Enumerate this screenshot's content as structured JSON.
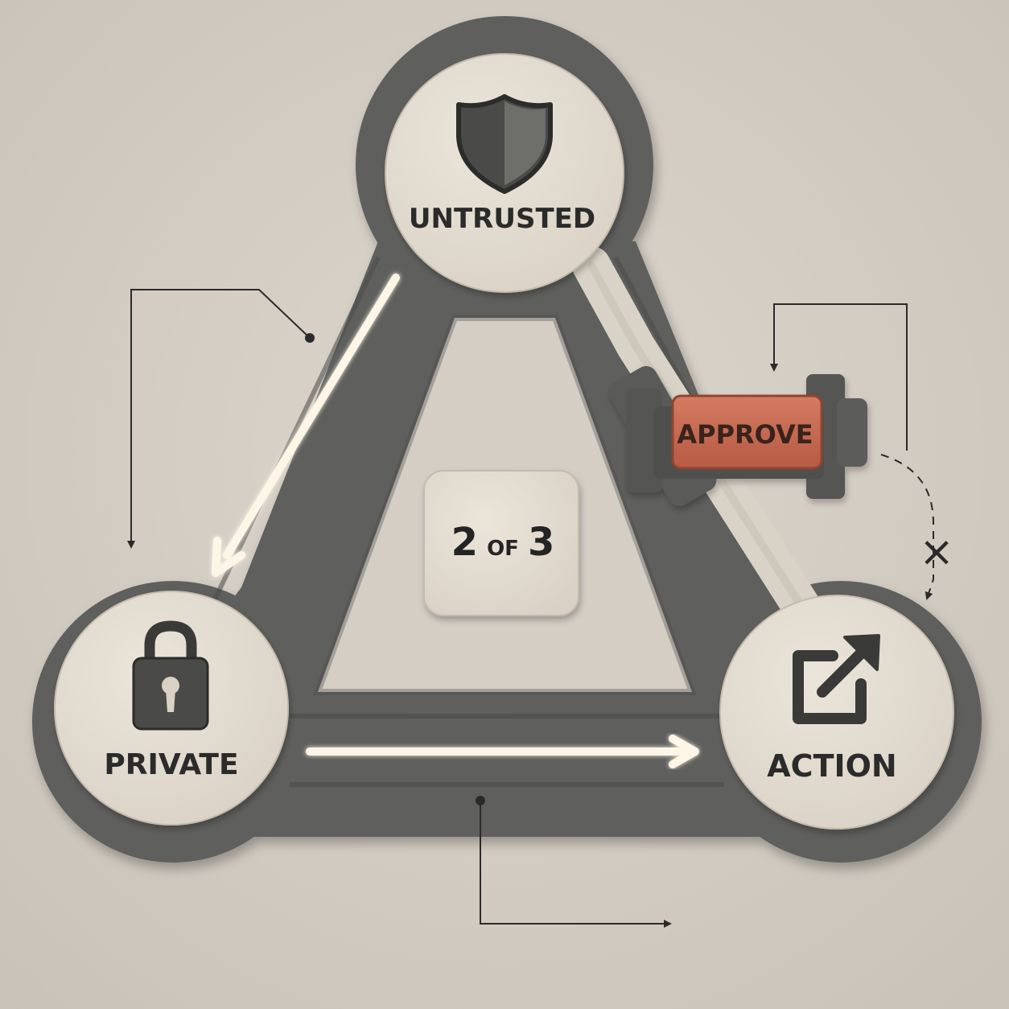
{
  "diagram": {
    "nodes": {
      "untrusted": {
        "label": "UNTRUSTED",
        "icon": "shield-icon"
      },
      "private": {
        "label": "PRIVATE",
        "icon": "padlock-icon"
      },
      "action": {
        "label": "ACTION",
        "icon": "external-link-icon"
      }
    },
    "center_badge": {
      "number": "2",
      "word": "OF",
      "total": "3"
    },
    "gate": {
      "label": "APPROVE",
      "color": "#c86a52"
    },
    "blocked_marker": "×",
    "colors": {
      "background": "#d3cdc4",
      "frame": "#5f5f5d",
      "node_face": "#e3dcd1",
      "glow": "#fdf6e6",
      "ink": "#2a2a2a"
    }
  }
}
